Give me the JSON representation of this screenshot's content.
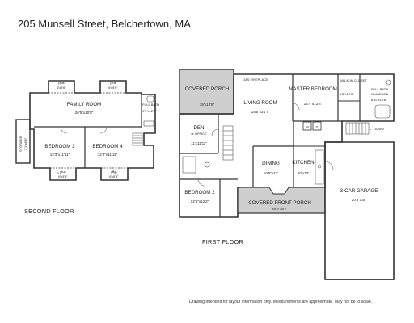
{
  "title": "205 Munsell Street, Belchertown, MA",
  "disclaimer": "Drawing intended for layout information only. Measurements are approximate. May not be to scale.",
  "floors": {
    "second": {
      "label": "SECOND FLOOR",
      "rooms": {
        "family_room": {
          "name": "FAMILY ROOM",
          "dims": "26'5\"x10'8\""
        },
        "bedroom3": {
          "name": "BEDROOM 3",
          "dims": "12'3\"x11'11\""
        },
        "bedroom4": {
          "name": "BEDROOM 4",
          "dims": "12'4\"x11'11\""
        },
        "full_bath": {
          "name": "FULL BATH",
          "dims": "9'3\"x12'3\""
        },
        "storage": {
          "name": "STORAGE",
          "dims": "3'1\"x5'8\""
        },
        "plus_tl": {
          "name": "plus",
          "dims": "6'x5'6\""
        },
        "plus_tr": {
          "name": "plus",
          "dims": "6'x5'6\""
        },
        "plus_bl": {
          "name": "plus",
          "dims": "6'x5'6\""
        },
        "plus_br": {
          "name": "plus",
          "dims": "6'x5'6\""
        }
      }
    },
    "first": {
      "label": "FIRST FLOOR",
      "rooms": {
        "covered_porch": {
          "name": "COVERED PORCH",
          "dims": "15'x12'8\""
        },
        "gas_fireplace": {
          "name": "GAS FIREPLACE"
        },
        "living_room": {
          "name": "LIVING ROOM",
          "dims": "15'5\"x21'7\""
        },
        "master_bedroom": {
          "name": "MASTER BEDROOM",
          "dims": "14'4\"x13'8\""
        },
        "walk_in_closet": {
          "name": "WALK-IN CLOSET",
          "dims": "6'8\"x10'3\""
        },
        "full_bath": {
          "name": "FULL BATH",
          "sub": "W/JACUZZI",
          "dims": "8'11\"x13'8\""
        },
        "den": {
          "name": "DEN",
          "sub": "or OFFICE",
          "dims": "11'x11'11\""
        },
        "dining": {
          "name": "DINING",
          "dims": "10'8\"x12'"
        },
        "kitchen": {
          "name": "KITCHEN",
          "dims": "10'x12'"
        },
        "bedroom2": {
          "name": "BEDROOM 2",
          "dims": "12'5\"x12'2\""
        },
        "covered_front_porch": {
          "name": "COVERED FRONT PORCH",
          "dims": "25'9\"x8'7\""
        },
        "garage": {
          "name": "3-CAR GARAGE",
          "dims": "20'3\"x35'"
        },
        "washer": "W",
        "dryer": "D",
        "down": "DOWN"
      }
    }
  }
}
